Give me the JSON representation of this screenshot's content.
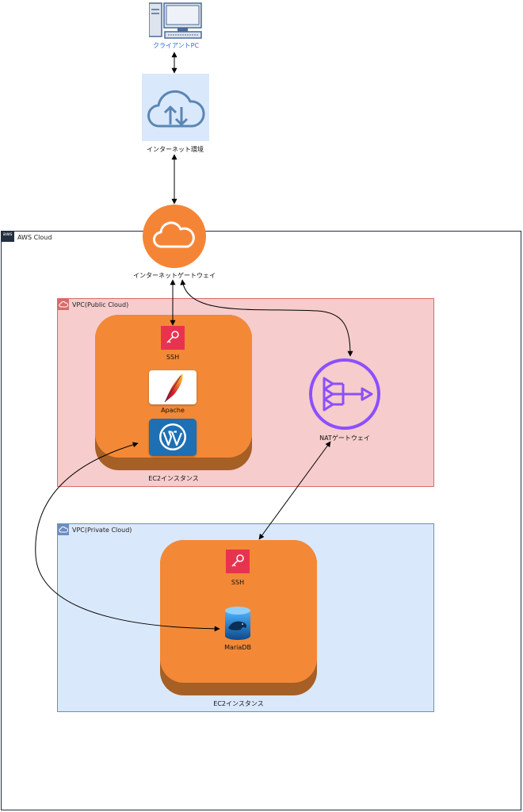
{
  "client": {
    "label": "クライアントPC"
  },
  "internet": {
    "label": "インターネット環境"
  },
  "aws_cloud": {
    "label": "AWS Cloud",
    "badge": "aws"
  },
  "igw": {
    "label": "インターネットゲートウェイ"
  },
  "public_vpc": {
    "label": "VPC(Public Cloud)",
    "ec2": {
      "label": "EC2インスタンス",
      "ssh_label": "SSH",
      "apache_label": "Apache"
    }
  },
  "nat": {
    "label": "NATゲートウェイ"
  },
  "private_vpc": {
    "label": "VPC(Private Cloud)",
    "ec2": {
      "label": "EC2インスタンス",
      "ssh_label": "SSH",
      "mariadb_label": "MariaDB"
    }
  },
  "colors": {
    "ec2_orange": "#f38936",
    "ec2_shadow": "#a65f25",
    "igw_orange": "#f58536",
    "public_fill": "#f6cccc",
    "public_border": "#d86b6b",
    "private_fill": "#dae8fc",
    "private_border": "#6c8ebf",
    "ssh_red": "#e8334f",
    "nat_purple": "#8c4fff",
    "cloud_icon_bg": "#dae8fc",
    "cloud_icon_stroke": "#5a86b3",
    "wp_blue": "#1e6fb3"
  },
  "icons": [
    "desktop-pc-icon",
    "cloud-upload-download-icon",
    "cloud-icon",
    "key-icon",
    "apache-feather-icon",
    "wordpress-icon",
    "nat-gateway-icon",
    "database-icon"
  ]
}
